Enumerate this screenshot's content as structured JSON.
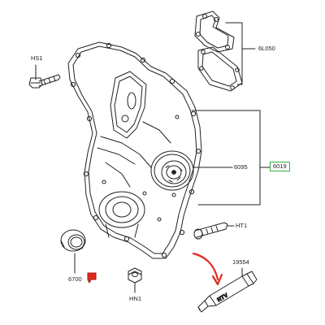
{
  "diagram": {
    "labels": {
      "hs1": "HS1",
      "l6050": "6L050",
      "p6095": "6095",
      "p6019": "6019",
      "ht1": "HT1",
      "p19554": "19554",
      "p6700": "6700",
      "hn1": "HN1"
    },
    "tube_marking": "RTV",
    "highlighted_part": "6019",
    "colors": {
      "line": "#222222",
      "highlight_box": "#2fb24a",
      "pointer_arrow": "#e0281e",
      "small_clip": "#e0281e"
    }
  }
}
